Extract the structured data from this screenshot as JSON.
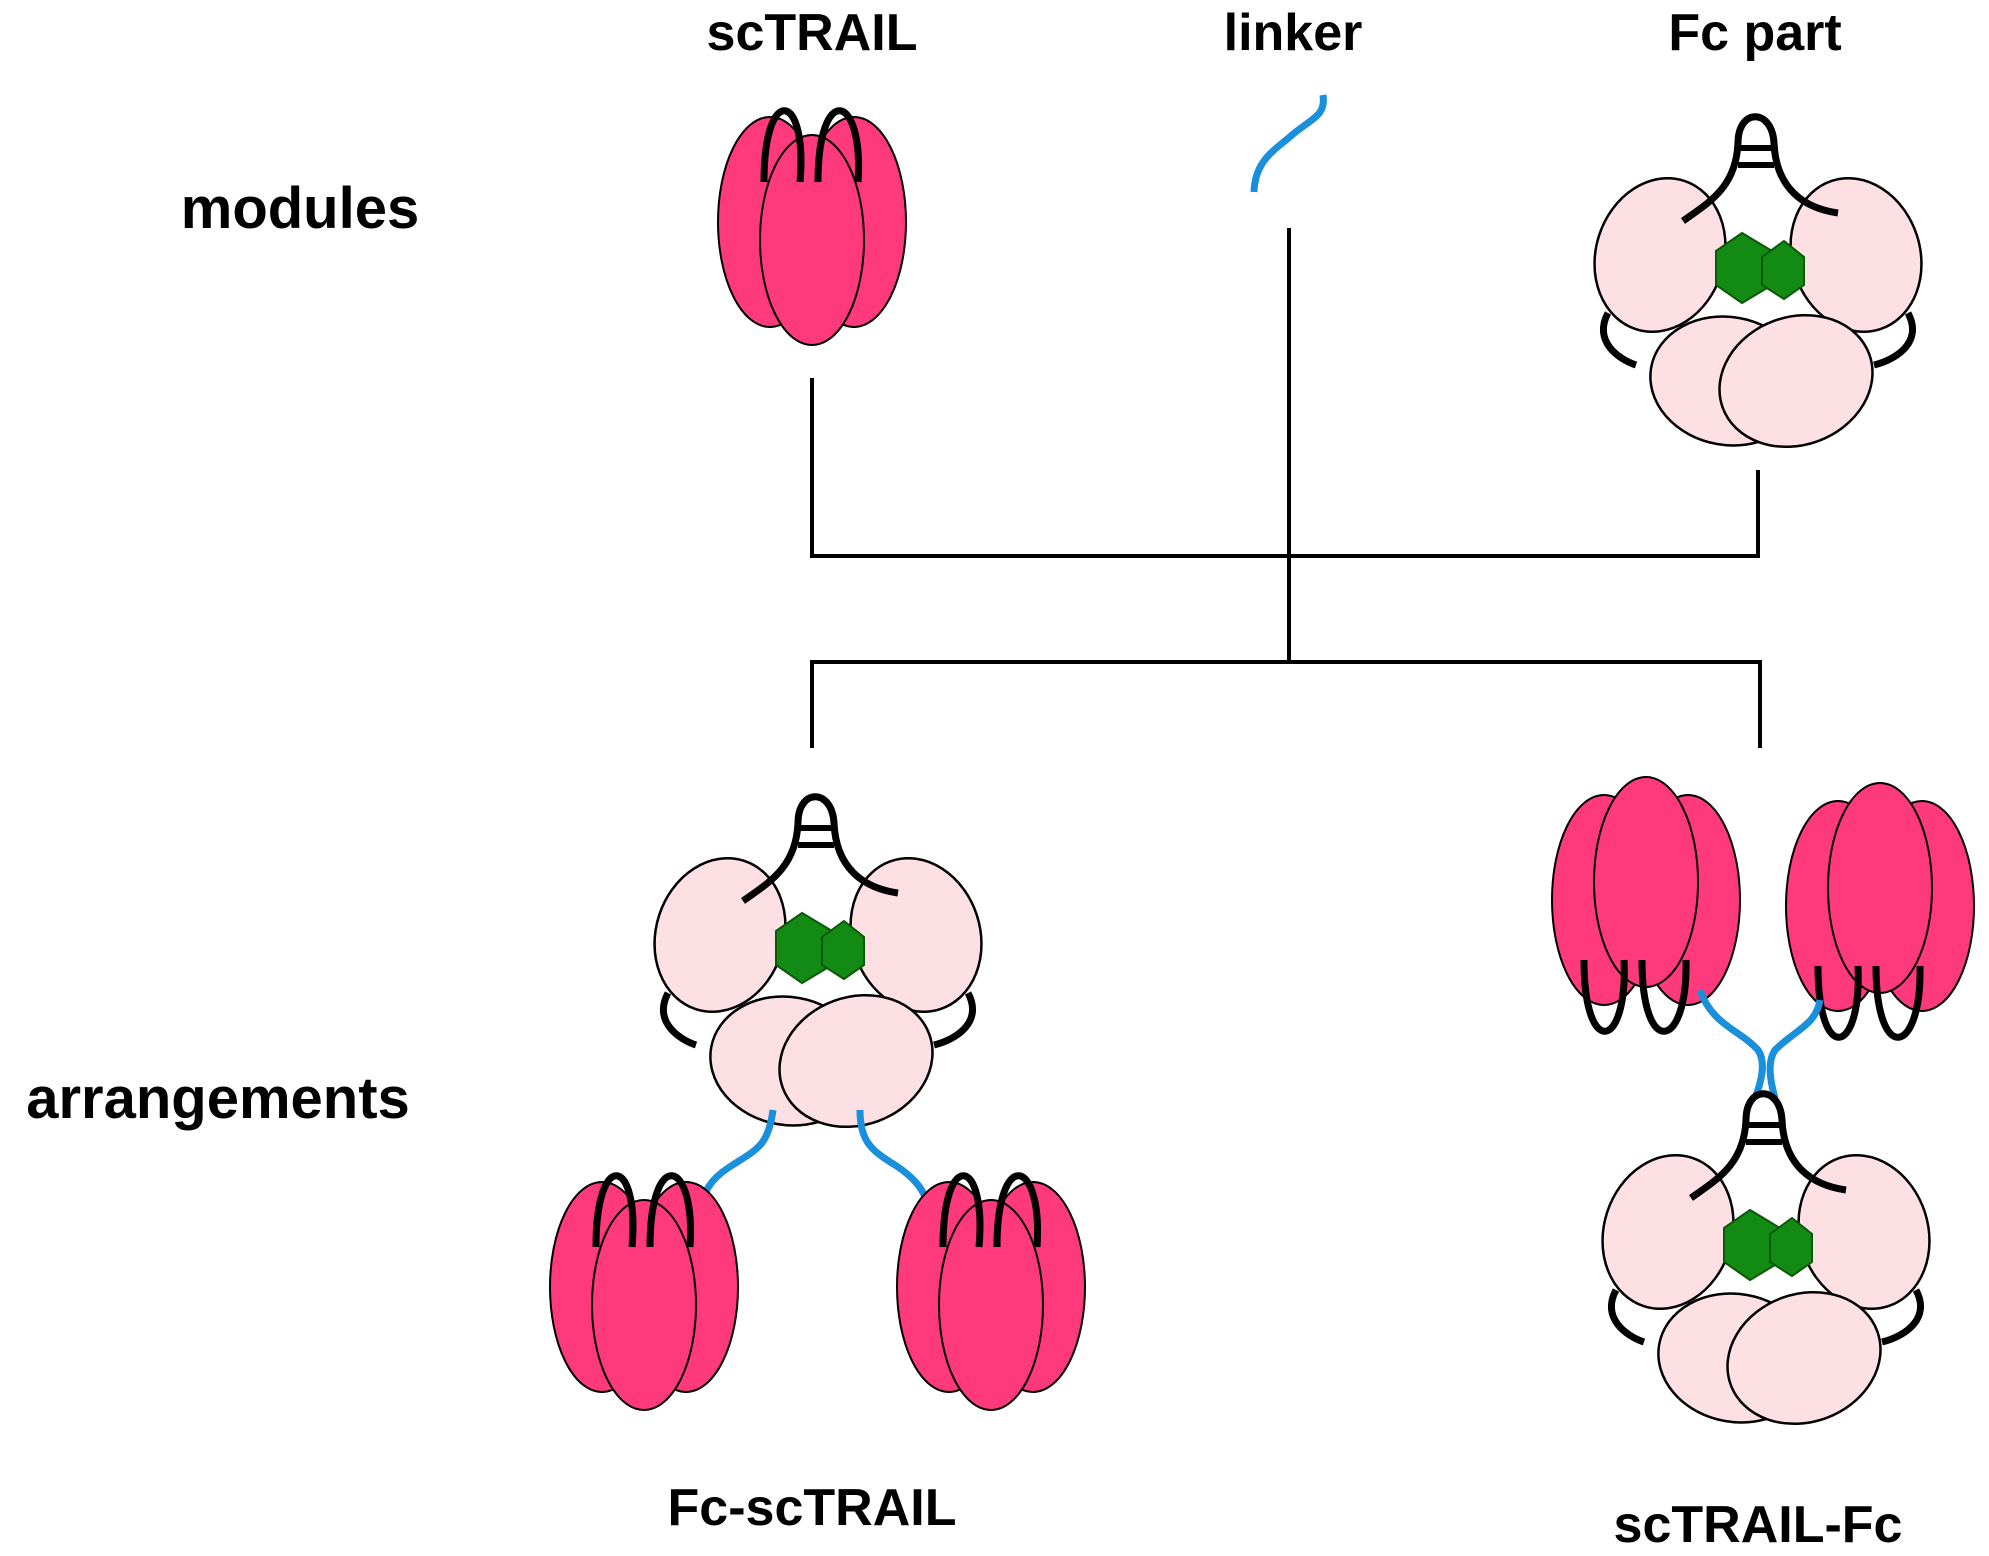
{
  "row_labels": {
    "modules": "modules",
    "arrangements": "arrangements"
  },
  "module_labels": {
    "sctrail": "scTRAIL",
    "linker": "linker",
    "fc_part": "Fc part"
  },
  "arrangement_labels": {
    "fc_sctrail": "Fc-scTRAIL",
    "sctrail_fc": "scTRAIL-Fc"
  },
  "colors": {
    "trail": "#ff3a7c",
    "fc_domain": "#fde0e3",
    "hinge_core": "#138a13",
    "linker": "#1a8fdb",
    "line": "#000000"
  }
}
